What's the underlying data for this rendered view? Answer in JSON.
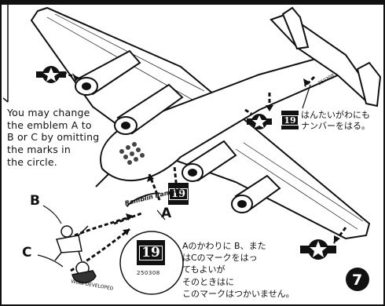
{
  "instructions": {
    "emblem_text_en": [
      "You may change",
      "the emblem A to",
      "B or C by omitting",
      "the marks in",
      "the circle."
    ],
    "side_note_jp": [
      "はんたいがわにも",
      "ナンバーをはる。"
    ],
    "bottom_note_jp": [
      "Aのかわりに B、また",
      "はCのマークをはっ",
      "てもよいが",
      "そのときはに",
      "このマークはつかいません。"
    ]
  },
  "labels": {
    "a": "A",
    "b": "B",
    "c": "C"
  },
  "decals": {
    "number_small": "19",
    "number_large": "19",
    "serial": "250308",
    "serial_tail": "250308",
    "nose_art_a": "Ramblin Ramble",
    "nose_art_c": "WELL DEVELOPED"
  },
  "step": {
    "number": "7"
  },
  "colors": {
    "ink": "#111111",
    "paper": "#ffffff"
  }
}
